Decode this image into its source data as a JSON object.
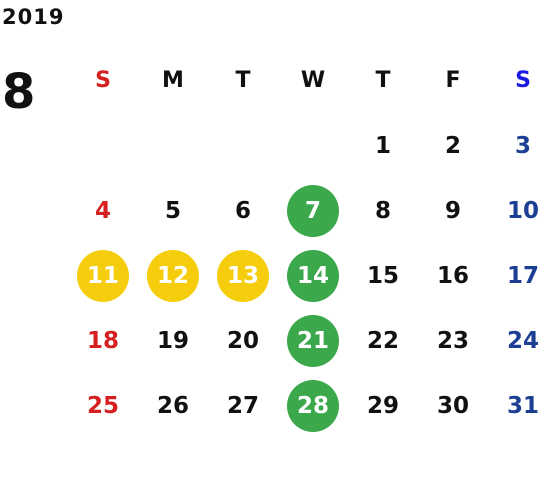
{
  "year": "2019",
  "month": "8",
  "weekdays": [
    {
      "label": "S",
      "type": "sun"
    },
    {
      "label": "M",
      "type": "weekday"
    },
    {
      "label": "T",
      "type": "weekday"
    },
    {
      "label": "W",
      "type": "weekday"
    },
    {
      "label": "T",
      "type": "weekday"
    },
    {
      "label": "F",
      "type": "weekday"
    },
    {
      "label": "S",
      "type": "sat"
    }
  ],
  "first_weekday_index": 4,
  "days_in_month": 31,
  "highlights": {
    "green": [
      7,
      14,
      21,
      28
    ],
    "yellow": [
      11,
      12,
      13
    ]
  },
  "colors": {
    "sunday": "#d62020",
    "saturday": "#1c3f94",
    "saturday_header": "#1a1ae0",
    "green_marker": "#3aa84b",
    "yellow_marker": "#f5cd0c",
    "text": "#111111"
  }
}
